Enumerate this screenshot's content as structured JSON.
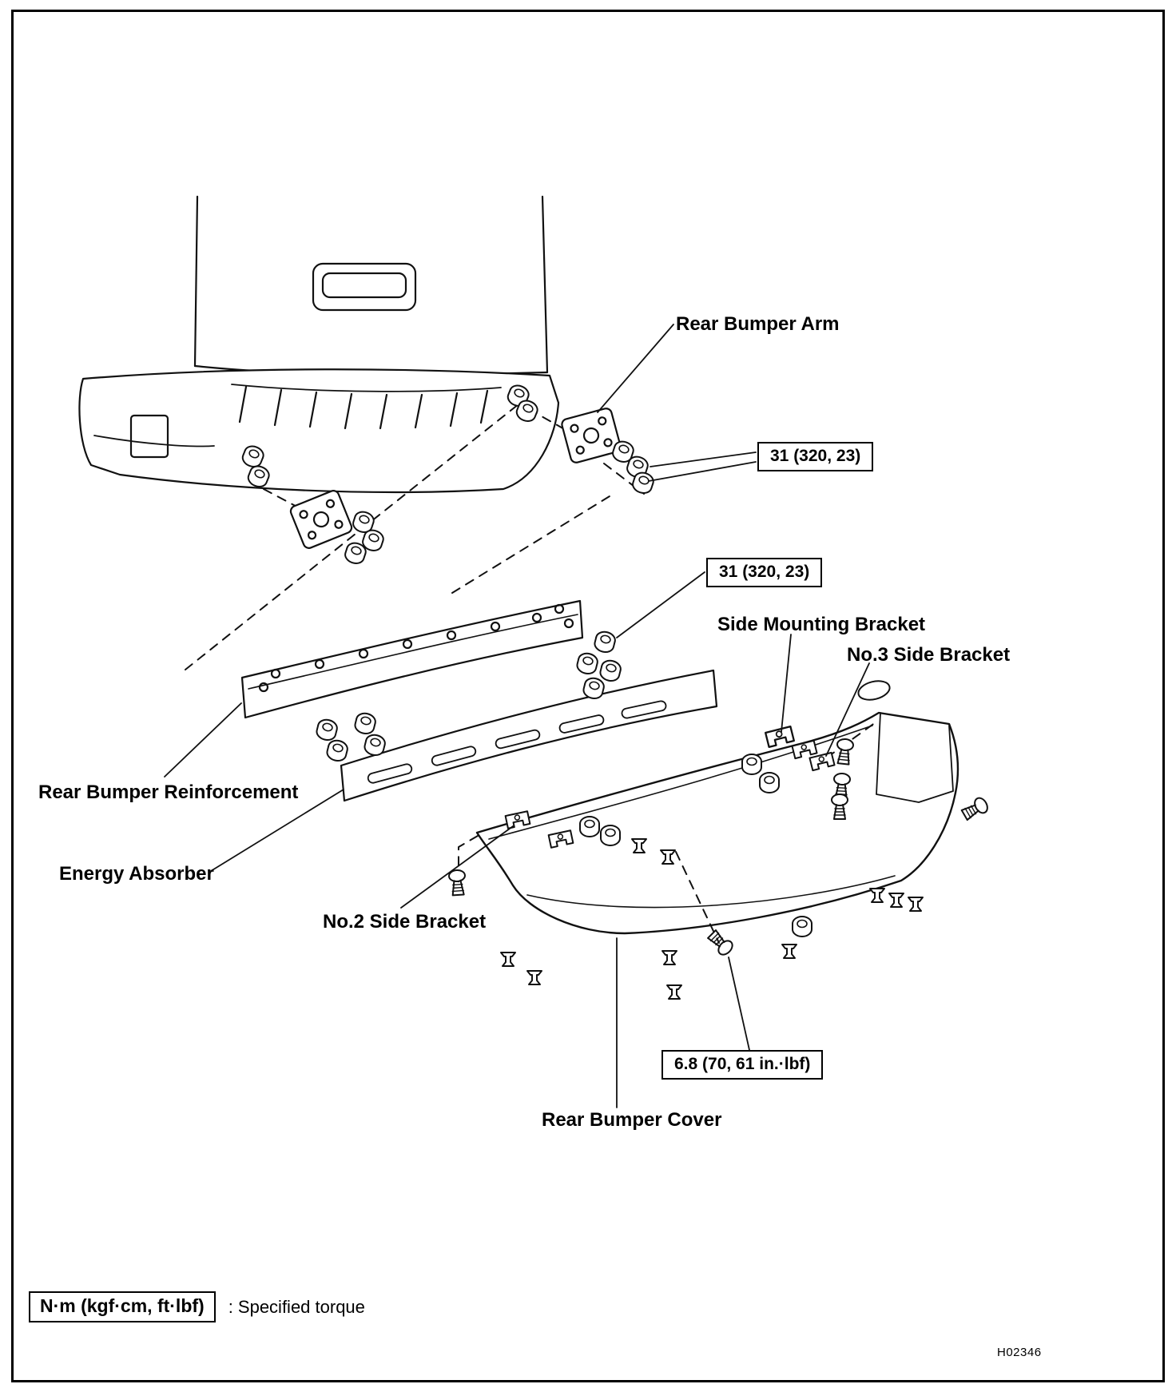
{
  "figure": {
    "code": "H02346",
    "parts": {
      "rear_bumper_arm": "Rear Bumper Arm",
      "side_mounting_bracket": "Side Mounting Bracket",
      "no3_side_bracket": "No.3 Side Bracket",
      "rear_bumper_reinforcement": "Rear Bumper Reinforcement",
      "energy_absorber": "Energy Absorber",
      "no2_side_bracket": "No.2 Side Bracket",
      "rear_bumper_cover": "Rear Bumper Cover"
    },
    "torques": {
      "arm_bolts": "31 (320, 23)",
      "reinforcement_bolts": "31 (320, 23)",
      "cover_screws": "6.8 (70, 61 in.·lbf)"
    },
    "legend": {
      "unit_label": "N·m (kgf·cm, ft·lbf)",
      "description": ": Specified torque"
    },
    "line_color": "#111111"
  }
}
